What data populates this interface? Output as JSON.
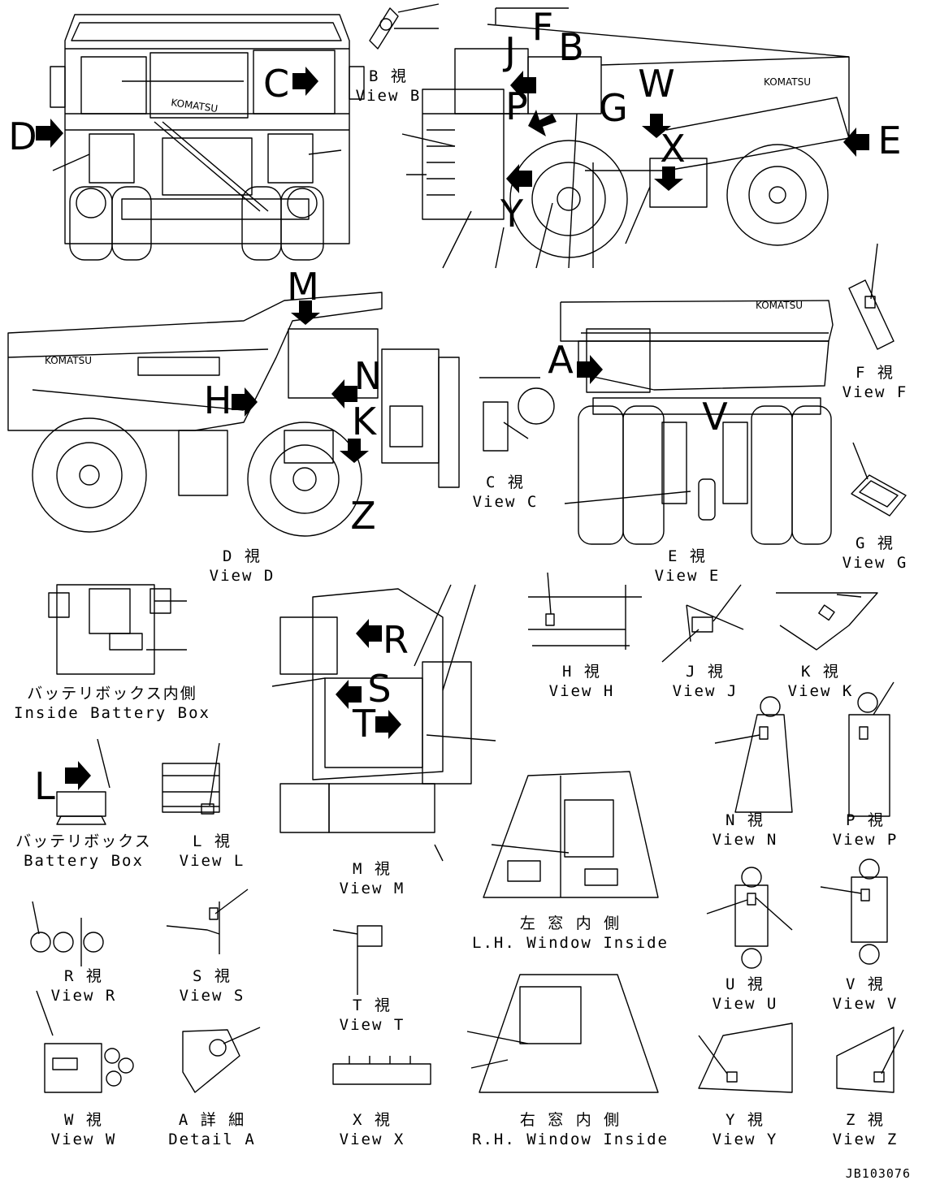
{
  "doc_code": "JB103076",
  "views": [
    {
      "id": "B",
      "jp": "B 視",
      "en": "View B"
    },
    {
      "id": "C",
      "jp": "C 視",
      "en": "View C"
    },
    {
      "id": "D",
      "jp": "D 視",
      "en": "View D"
    },
    {
      "id": "E",
      "jp": "E 視",
      "en": "View E"
    },
    {
      "id": "F",
      "jp": "F 視",
      "en": "View F"
    },
    {
      "id": "G",
      "jp": "G 視",
      "en": "View G"
    },
    {
      "id": "H",
      "jp": "H 視",
      "en": "View H"
    },
    {
      "id": "J",
      "jp": "J 視",
      "en": "View J"
    },
    {
      "id": "K",
      "jp": "K 視",
      "en": "View K"
    },
    {
      "id": "L",
      "jp": "L 視",
      "en": "View L"
    },
    {
      "id": "M",
      "jp": "M 視",
      "en": "View M"
    },
    {
      "id": "N",
      "jp": "N 視",
      "en": "View N"
    },
    {
      "id": "P",
      "jp": "P 視",
      "en": "View P"
    },
    {
      "id": "R",
      "jp": "R 視",
      "en": "View R"
    },
    {
      "id": "S",
      "jp": "S 視",
      "en": "View S"
    },
    {
      "id": "T",
      "jp": "T 視",
      "en": "View T"
    },
    {
      "id": "U",
      "jp": "U 視",
      "en": "View U"
    },
    {
      "id": "V",
      "jp": "V 視",
      "en": "View V"
    },
    {
      "id": "W",
      "jp": "W 視",
      "en": "View W"
    },
    {
      "id": "X",
      "jp": "X 視",
      "en": "View X"
    },
    {
      "id": "Y",
      "jp": "Y 視",
      "en": "View Y"
    },
    {
      "id": "Z",
      "jp": "Z 視",
      "en": "View Z"
    }
  ],
  "details": {
    "battery_inside": {
      "jp": "バッテリボックス内側",
      "en": "Inside Battery Box"
    },
    "battery_box": {
      "jp": "バッテリボックス",
      "en": "Battery Box"
    },
    "detail_a": {
      "jp": "A 詳 細",
      "en": "Detail A"
    },
    "lh_window": {
      "jp": "左 窓 内 側",
      "en": "L.H. Window Inside"
    },
    "rh_window": {
      "jp": "右 窓 内 側",
      "en": "R.H. Window Inside"
    }
  },
  "brand": "KOMATSU",
  "callout_letters": {
    "A": "A",
    "B": "B",
    "C": "C",
    "D": "D",
    "E": "E",
    "F": "F",
    "G": "G",
    "H": "H",
    "J": "J",
    "K": "K",
    "L": "L",
    "M": "M",
    "N": "N",
    "P": "P",
    "R": "R",
    "S": "S",
    "T": "T",
    "V": "V",
    "W": "W",
    "X": "X",
    "Y": "Y",
    "Z": "Z"
  }
}
